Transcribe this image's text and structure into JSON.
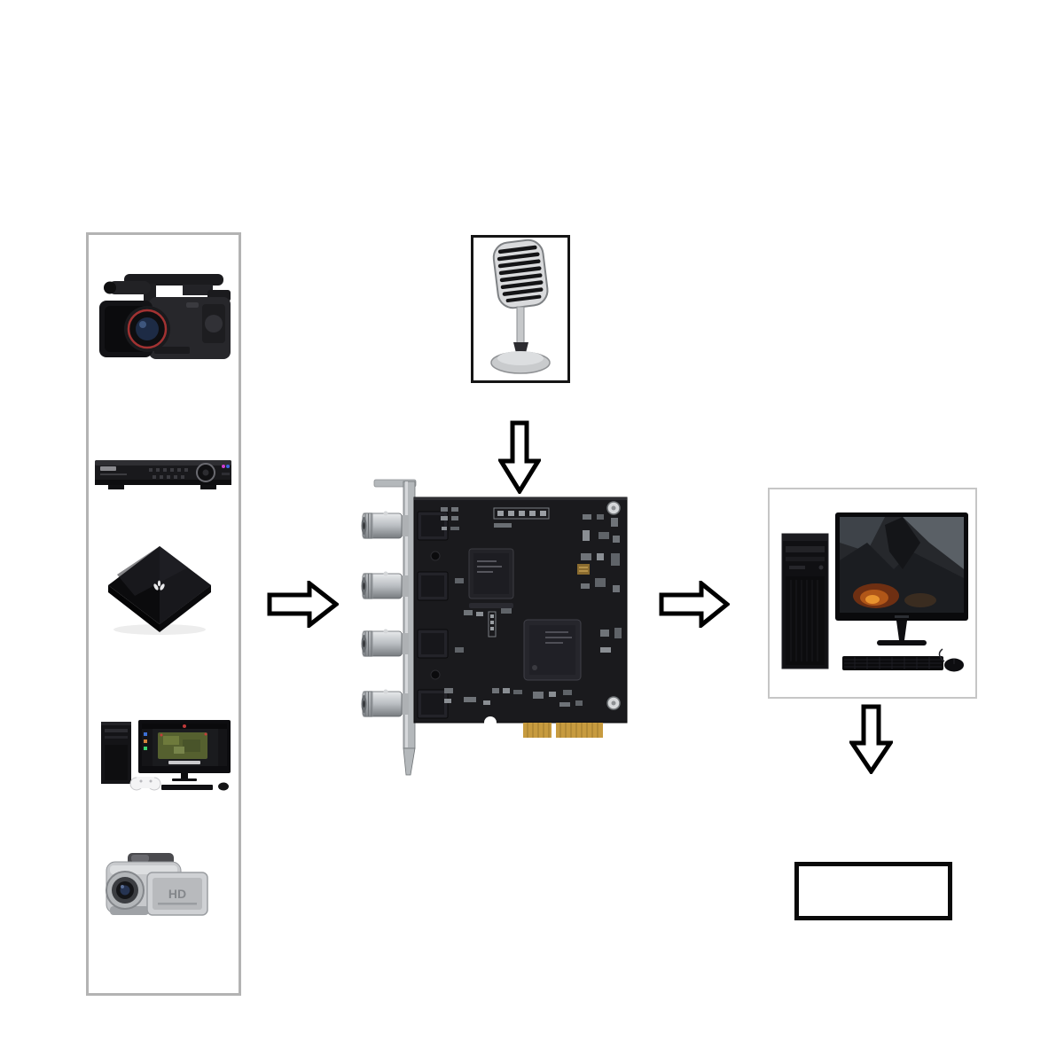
{
  "colors": {
    "background": "#ffffff",
    "sources_panel_border": "#b3b3b3",
    "microphone_panel_border": "#151515",
    "computer_panel_border": "#c6c6c6",
    "output_box_border": "#0a0a0a",
    "arrow_fill": "#ffffff",
    "arrow_stroke": "#000000",
    "card_pcb": "#1a1a1d",
    "card_bracket": "#b4b8bb",
    "card_gold_fingers": "#c79b3f"
  },
  "sources_panel": {
    "items": [
      {
        "icon": "professional-camcorder"
      },
      {
        "icon": "dvr-recorder"
      },
      {
        "icon": "tv-set-top-box"
      },
      {
        "icon": "gaming-pc-setup"
      },
      {
        "icon": "handheld-camcorder",
        "screen_label": "HD"
      }
    ]
  },
  "microphone_panel": {
    "icon": "vintage-microphone"
  },
  "capture_card": {
    "icon": "pcie-sdi-capture-card",
    "bnc_port_count": 4
  },
  "computer_panel": {
    "icon": "desktop-computer"
  },
  "output_box": {
    "label": ""
  },
  "flow_arrows": [
    {
      "name": "sources-to-capture-card",
      "direction": "right"
    },
    {
      "name": "microphone-to-capture-card",
      "direction": "down"
    },
    {
      "name": "capture-card-to-computer",
      "direction": "right"
    },
    {
      "name": "computer-to-output",
      "direction": "down"
    }
  ]
}
